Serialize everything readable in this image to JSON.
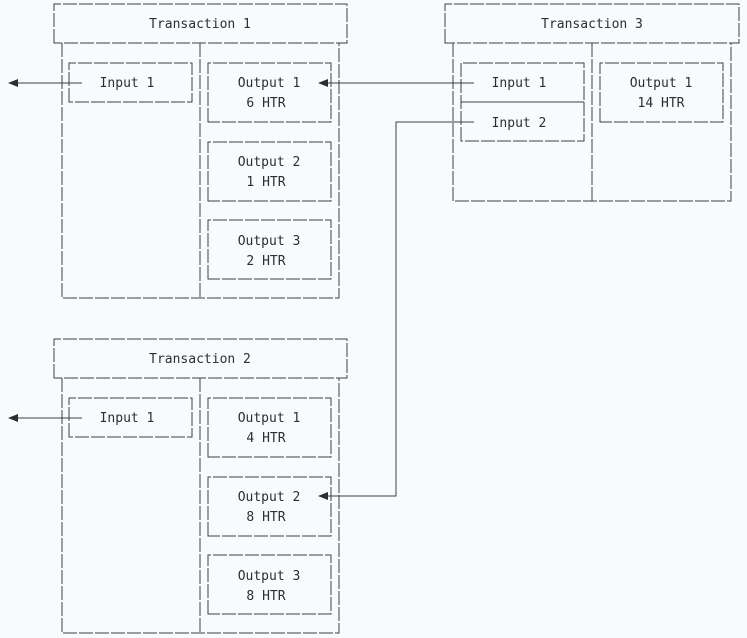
{
  "transactions": {
    "t1": {
      "title": "Transaction 1",
      "input1": "Input 1",
      "out1": {
        "name": "Output 1",
        "amount": "6 HTR"
      },
      "out2": {
        "name": "Output 2",
        "amount": "1 HTR"
      },
      "out3": {
        "name": "Output 3",
        "amount": "2 HTR"
      }
    },
    "t2": {
      "title": "Transaction 2",
      "input1": "Input 1",
      "out1": {
        "name": "Output 1",
        "amount": "4 HTR"
      },
      "out2": {
        "name": "Output 2",
        "amount": "8 HTR"
      },
      "out3": {
        "name": "Output 3",
        "amount": "8 HTR"
      }
    },
    "t3": {
      "title": "Transaction 3",
      "input1": "Input 1",
      "input2": "Input 2",
      "out1": {
        "name": "Output 1",
        "amount": "14 HTR"
      }
    }
  },
  "colors": {
    "stroke": "#3d4247",
    "text": "#2b2f33",
    "background": "#f9fafb"
  }
}
